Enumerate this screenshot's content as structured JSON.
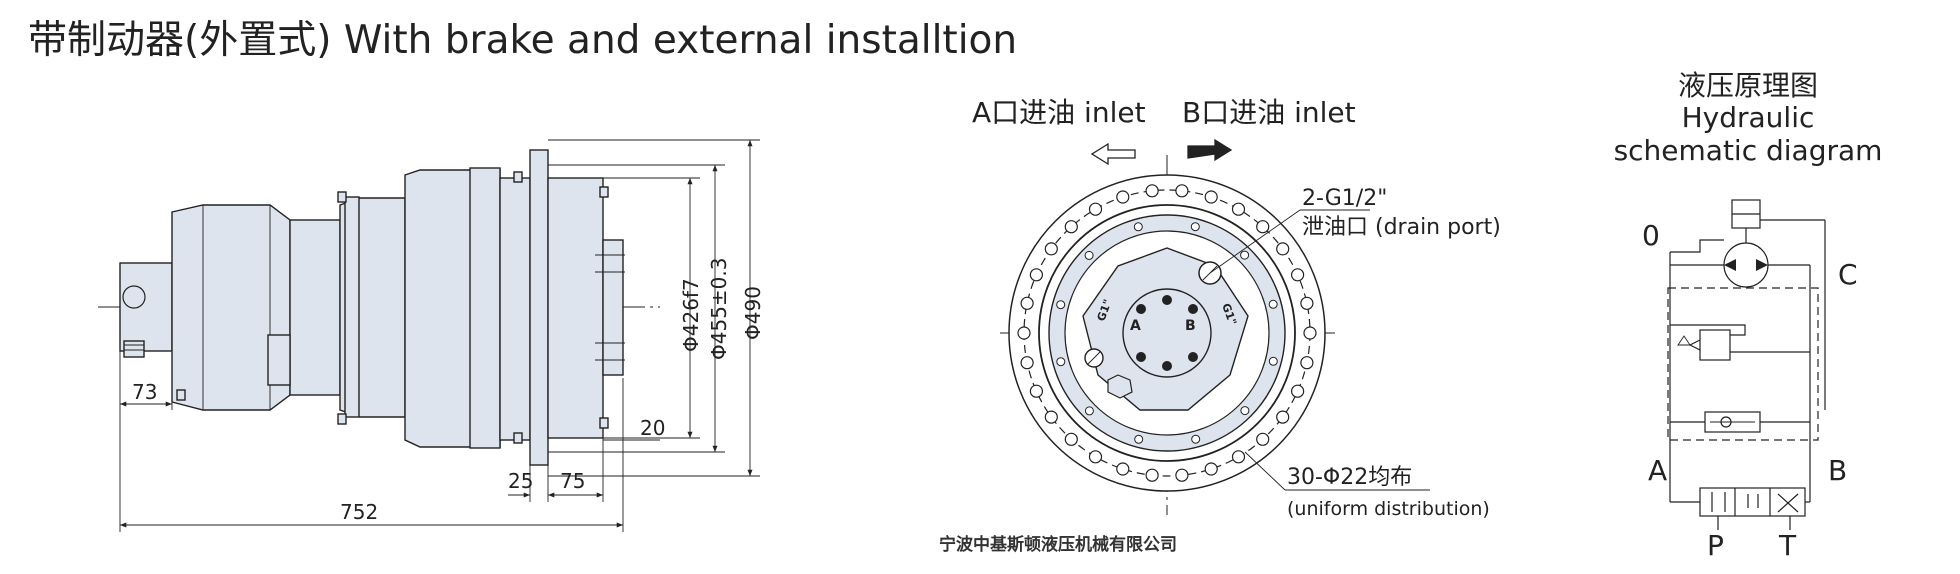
{
  "title": "带制动器(外置式) With brake and external installtion",
  "side_view": {
    "dim_73": "73",
    "dim_752": "752",
    "dim_25": "25",
    "dim_75": "75",
    "dim_20": "20",
    "dim_phi426": "Φ426f7",
    "dim_phi455": "Φ455±0.3",
    "dim_phi490": "Φ490"
  },
  "front_view": {
    "inlet_a": "A口进油 inlet",
    "inlet_b": "B口进油  inlet",
    "drain_label": "2-G1/2\"",
    "drain_port": "泄油口 (drain port)",
    "holes_label": "30-Φ22均布",
    "holes_note": "(uniform distribution)",
    "port_a": "A",
    "port_b": "B",
    "g1_left": "G1\"",
    "g1_right": "G1\""
  },
  "schematic": {
    "title_cn": "液压原理图",
    "title_en1": "Hydraulic",
    "title_en2": "schematic diagram",
    "label_0": "0",
    "label_c": "C",
    "label_a": "A",
    "label_b": "B",
    "label_p": "P",
    "label_t": "T"
  },
  "company": "宁波中基斯顿液压机械有限公司",
  "colors": {
    "body_fill": "#dde4ee",
    "line": "#222222"
  }
}
